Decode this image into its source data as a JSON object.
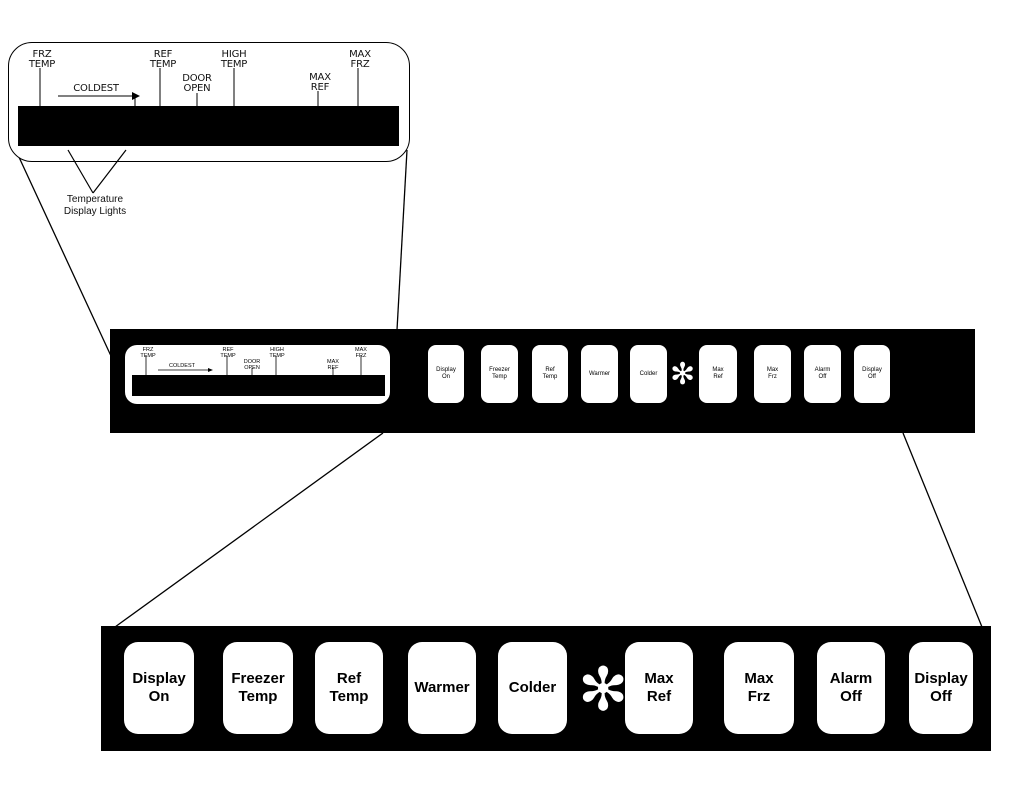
{
  "zoom": {
    "labels": {
      "frz_temp": "FRZ\nTEMP",
      "ref_temp": "REF\nTEMP",
      "high_temp": "HIGH\nTEMP",
      "max_frz": "MAX\nFRZ",
      "door_open": "DOOR\nOPEN",
      "max_ref": "MAX\nREF",
      "coldest": "COLDEST"
    },
    "callout": "Temperature\nDisplay Lights"
  },
  "mid": {
    "labels": {
      "frz_temp": "FRZ\nTEMP",
      "ref_temp": "REF\nTEMP",
      "high_temp": "HIGH\nTEMP",
      "max_frz": "MAX\nFRZ",
      "door_open": "DOOR\nOPEN",
      "max_ref": "MAX\nREF",
      "coldest": "COLDEST"
    },
    "buttons": [
      "Display\nOn",
      "Freezer\nTemp",
      "Ref\nTemp",
      "Warmer",
      "Colder",
      "Max\nRef",
      "Max\nFrz",
      "Alarm\nOff",
      "Display\nOff"
    ],
    "star": "✻"
  },
  "bottom": {
    "buttons": [
      "Display\nOn",
      "Freezer\nTemp",
      "Ref\nTemp",
      "Warmer",
      "Colder",
      "Max\nRef",
      "Max\nFrz",
      "Alarm\nOff",
      "Display\nOff"
    ],
    "star": "✻"
  }
}
